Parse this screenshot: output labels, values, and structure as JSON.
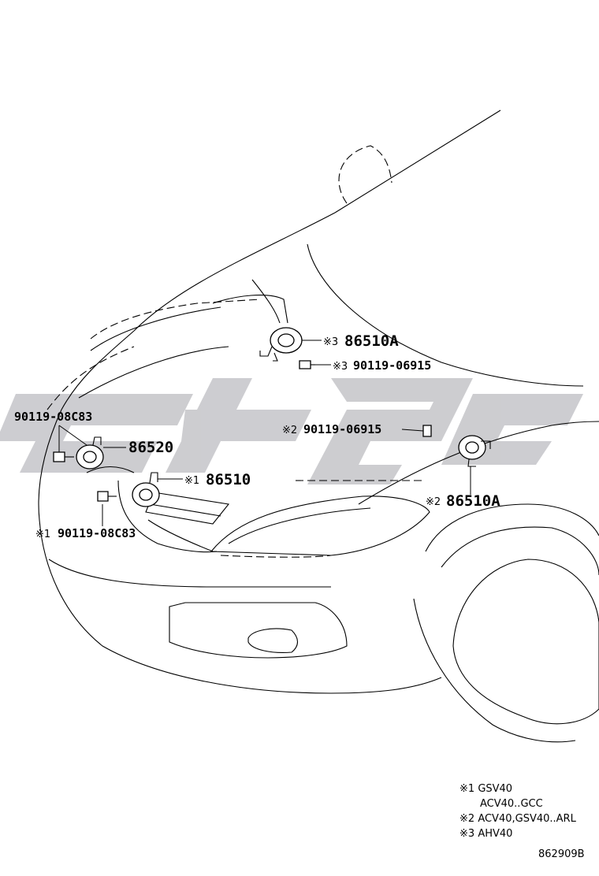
{
  "callouts": {
    "horn_top": {
      "mark": "※3",
      "part": "86510A"
    },
    "bolt_top": {
      "mark": "※3",
      "part": "90119-06915"
    },
    "bolt_left": {
      "mark": "",
      "part": "90119-08C83"
    },
    "horn_left": {
      "mark": "",
      "part": "86520"
    },
    "horn_center": {
      "mark": "※1",
      "part": "86510"
    },
    "bolt_center": {
      "mark": "※1",
      "part": "90119-08C83"
    },
    "bolt_right": {
      "mark": "※2",
      "part": "90119-06915"
    },
    "horn_right": {
      "mark": "※2",
      "part": "86510A"
    }
  },
  "legend": [
    {
      "mark": "※1",
      "text": "GSV40"
    },
    {
      "mark": "",
      "text": "ACV40..GCC"
    },
    {
      "mark": "※2",
      "text": "ACV40,GSV40..ARL"
    },
    {
      "mark": "※3",
      "text": "AHV40"
    }
  ],
  "ref_code": "862909B",
  "colors": {
    "line": "#000000",
    "background": "#ffffff",
    "watermark": "#c8c8cc"
  }
}
